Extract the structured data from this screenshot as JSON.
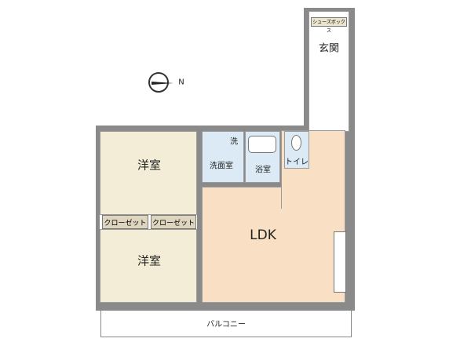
{
  "rooms": {
    "western_room_1": "洋室",
    "western_room_2": "洋室",
    "closet_1": "クローゼット",
    "closet_2": "クローゼット",
    "ldk": "LDK",
    "washroom": "洗面室",
    "washer": "洗",
    "bathroom": "浴室",
    "toilet": "トイレ",
    "entrance": "玄関",
    "shoe_box": "シューズボックス",
    "balcony": "バルコニー"
  },
  "compass": {
    "north_label": "N"
  },
  "colors": {
    "western": "#f3ecd6",
    "ldk": "#f9e0c4",
    "wet": "#dbeaf4",
    "closet": "#ddd5bd",
    "wall": "#8a8a8a"
  }
}
